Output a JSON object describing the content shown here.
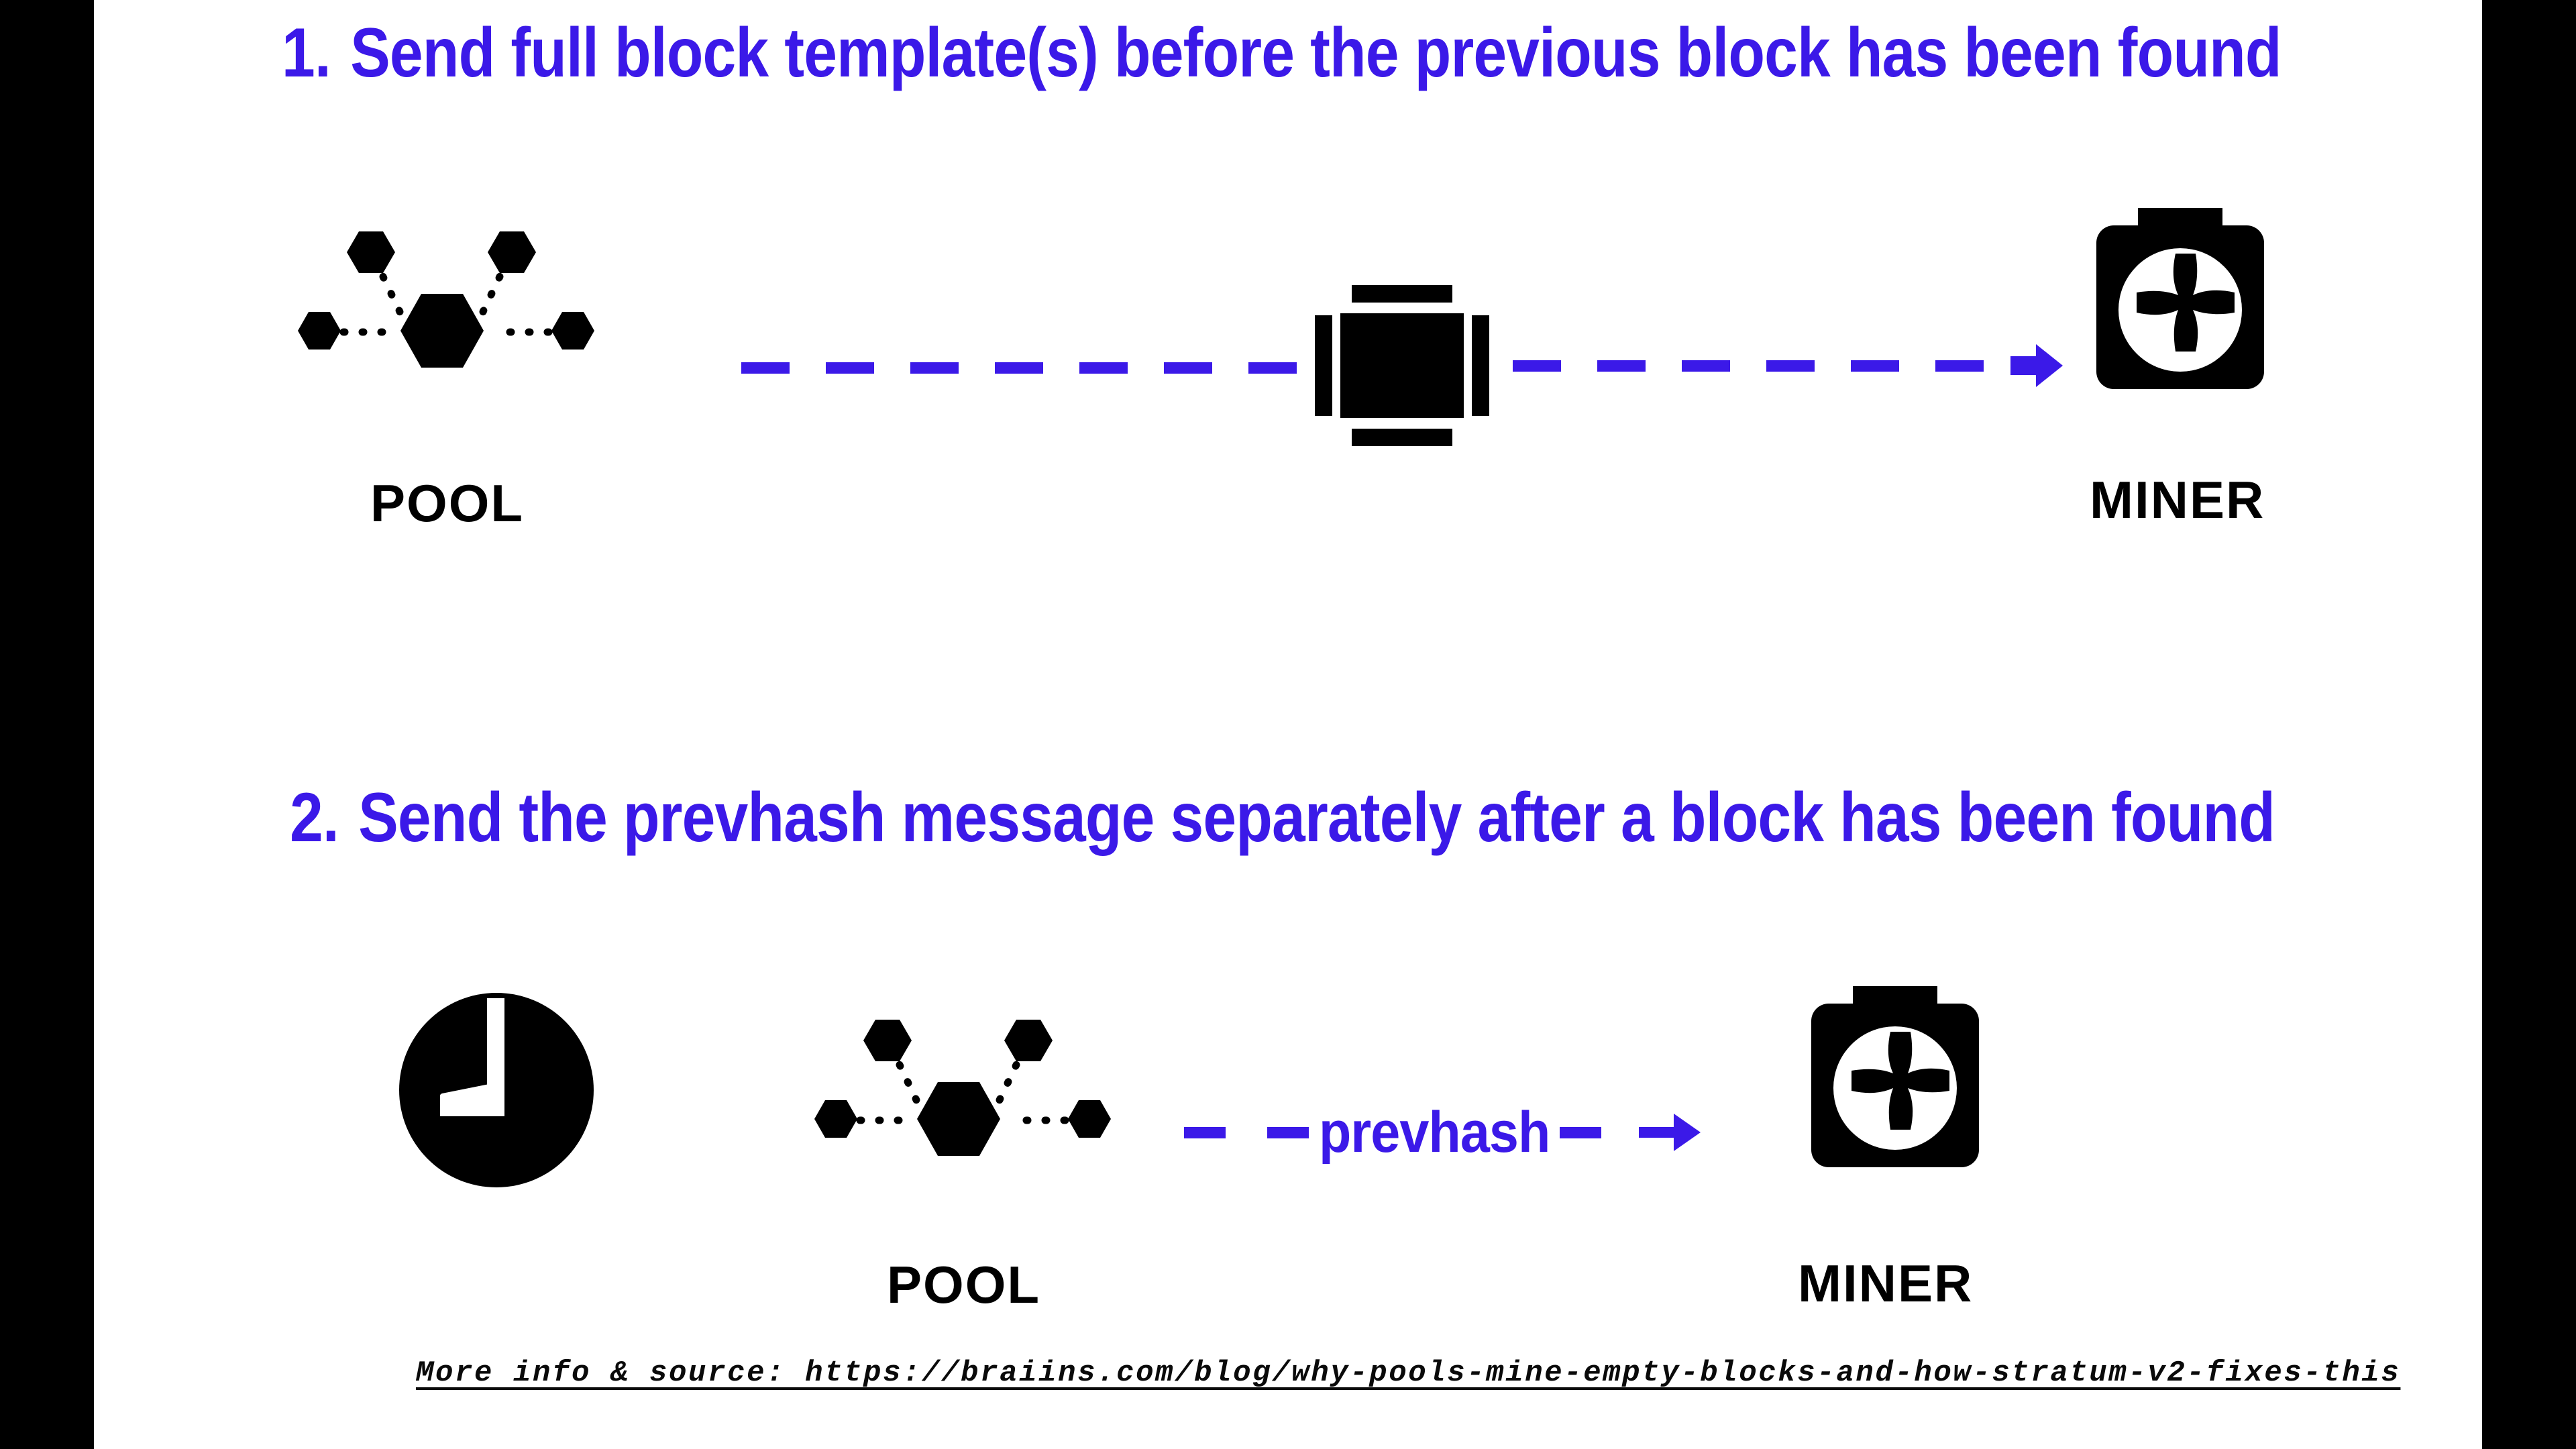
{
  "page": {
    "background": "#ffffff",
    "letterbox_color": "#000000",
    "accent_color": "#3b19e8",
    "ink_color": "#000000"
  },
  "sections": [
    {
      "number": "1.",
      "heading": "Send full block template(s) before the previous block has been found",
      "left_node": {
        "icon": "pool-network-icon",
        "label": "POOL"
      },
      "middle_node": {
        "icon": "block-icon",
        "label": ""
      },
      "right_node": {
        "icon": "miner-asic-icon",
        "label": "MINER"
      },
      "connector": {
        "style": "dashed-arrow",
        "label": "",
        "color": "#3b19e8"
      }
    },
    {
      "number": "2.",
      "heading": "Send the prevhash message separately after a block has been found",
      "clock_node": {
        "icon": "clock-icon",
        "label": ""
      },
      "left_node": {
        "icon": "pool-network-icon",
        "label": "POOL"
      },
      "right_node": {
        "icon": "miner-asic-icon",
        "label": "MINER"
      },
      "connector": {
        "style": "dashed-arrow",
        "label": "prevhash",
        "color": "#3b19e8"
      }
    }
  ],
  "footer": {
    "text": "More info & source: https://braiins.com/blog/why-pools-mine-empty-blocks-and-how-stratum-v2-fixes-this"
  }
}
